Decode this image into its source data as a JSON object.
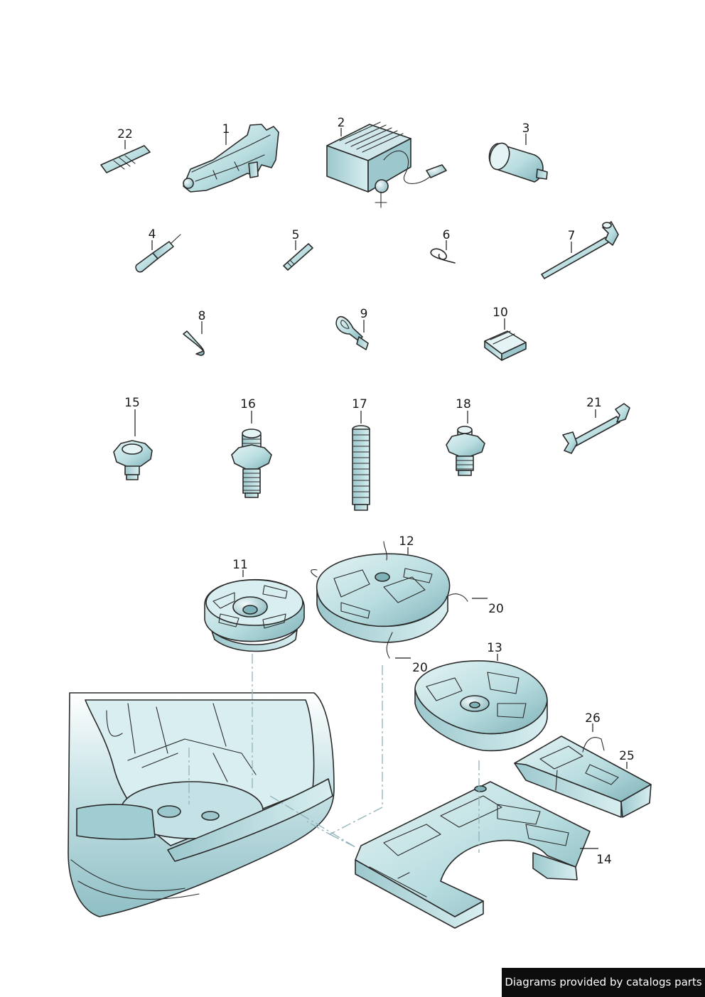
{
  "colors": {
    "part_fill": "#b9dde0",
    "part_light": "#e4f3f4",
    "part_dark": "#7fb2b8",
    "line": "#2a2a2a",
    "footer_bg": "#0d0d0d",
    "footer_text": "#ffffff"
  },
  "callouts": {
    "c1": "1",
    "c2": "2",
    "c3": "3",
    "c4": "4",
    "c5": "5",
    "c6": "6",
    "c7": "7",
    "c8": "8",
    "c9": "9",
    "c10": "10",
    "c11": "11",
    "c12": "12",
    "c13": "13",
    "c14": "14",
    "c15": "15",
    "c16": "16",
    "c17": "17",
    "c18": "18",
    "c20a": "20",
    "c20b": "20",
    "c21": "21",
    "c22": "22",
    "c25": "25",
    "c26": "26"
  },
  "footer": {
    "text": "Diagrams provided by catalogs parts"
  }
}
